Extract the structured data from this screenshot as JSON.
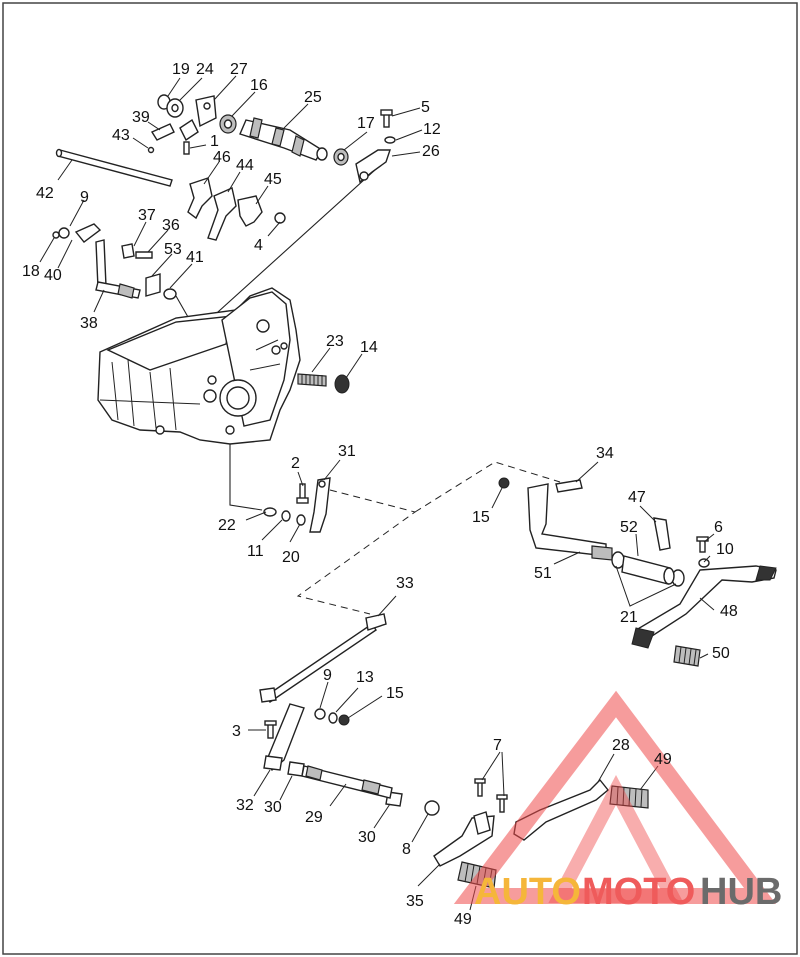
{
  "callouts": [
    {
      "id": "c1",
      "label": "1"
    },
    {
      "id": "c2",
      "label": "2"
    },
    {
      "id": "c3",
      "label": "3"
    },
    {
      "id": "c4",
      "label": "4"
    },
    {
      "id": "c5",
      "label": "5"
    },
    {
      "id": "c6",
      "label": "6"
    },
    {
      "id": "c7",
      "label": "7"
    },
    {
      "id": "c8",
      "label": "8"
    },
    {
      "id": "c9a",
      "label": "9"
    },
    {
      "id": "c9b",
      "label": "9"
    },
    {
      "id": "c10",
      "label": "10"
    },
    {
      "id": "c11",
      "label": "11"
    },
    {
      "id": "c12",
      "label": "12"
    },
    {
      "id": "c13",
      "label": "13"
    },
    {
      "id": "c14",
      "label": "14"
    },
    {
      "id": "c15a",
      "label": "15"
    },
    {
      "id": "c15b",
      "label": "15"
    },
    {
      "id": "c16",
      "label": "16"
    },
    {
      "id": "c17",
      "label": "17"
    },
    {
      "id": "c18",
      "label": "18"
    },
    {
      "id": "c19",
      "label": "19"
    },
    {
      "id": "c20",
      "label": "20"
    },
    {
      "id": "c21",
      "label": "21"
    },
    {
      "id": "c22",
      "label": "22"
    },
    {
      "id": "c23",
      "label": "23"
    },
    {
      "id": "c24",
      "label": "24"
    },
    {
      "id": "c25",
      "label": "25"
    },
    {
      "id": "c26",
      "label": "26"
    },
    {
      "id": "c27",
      "label": "27"
    },
    {
      "id": "c28",
      "label": "28"
    },
    {
      "id": "c29",
      "label": "29"
    },
    {
      "id": "c30a",
      "label": "30"
    },
    {
      "id": "c30b",
      "label": "30"
    },
    {
      "id": "c31",
      "label": "31"
    },
    {
      "id": "c32",
      "label": "32"
    },
    {
      "id": "c33",
      "label": "33"
    },
    {
      "id": "c34",
      "label": "34"
    },
    {
      "id": "c35",
      "label": "35"
    },
    {
      "id": "c36",
      "label": "36"
    },
    {
      "id": "c37",
      "label": "37"
    },
    {
      "id": "c38",
      "label": "38"
    },
    {
      "id": "c39",
      "label": "39"
    },
    {
      "id": "c40",
      "label": "40"
    },
    {
      "id": "c41",
      "label": "41"
    },
    {
      "id": "c42",
      "label": "42"
    },
    {
      "id": "c43",
      "label": "43"
    },
    {
      "id": "c44",
      "label": "44"
    },
    {
      "id": "c45",
      "label": "45"
    },
    {
      "id": "c46",
      "label": "46"
    },
    {
      "id": "c47",
      "label": "47"
    },
    {
      "id": "c48",
      "label": "48"
    },
    {
      "id": "c49a",
      "label": "49"
    },
    {
      "id": "c49b",
      "label": "49"
    },
    {
      "id": "c50",
      "label": "50"
    },
    {
      "id": "c51",
      "label": "51"
    },
    {
      "id": "c52",
      "label": "52"
    },
    {
      "id": "c53",
      "label": "53"
    }
  ],
  "watermark": {
    "part1": "AUTO",
    "part2": "MOTO",
    "part3": "HUB",
    "colors": {
      "auto": "#f5b63a",
      "moto": "#ef5b5b",
      "hub": "#6b6b6b",
      "triangle": "#ef4a4a"
    }
  }
}
